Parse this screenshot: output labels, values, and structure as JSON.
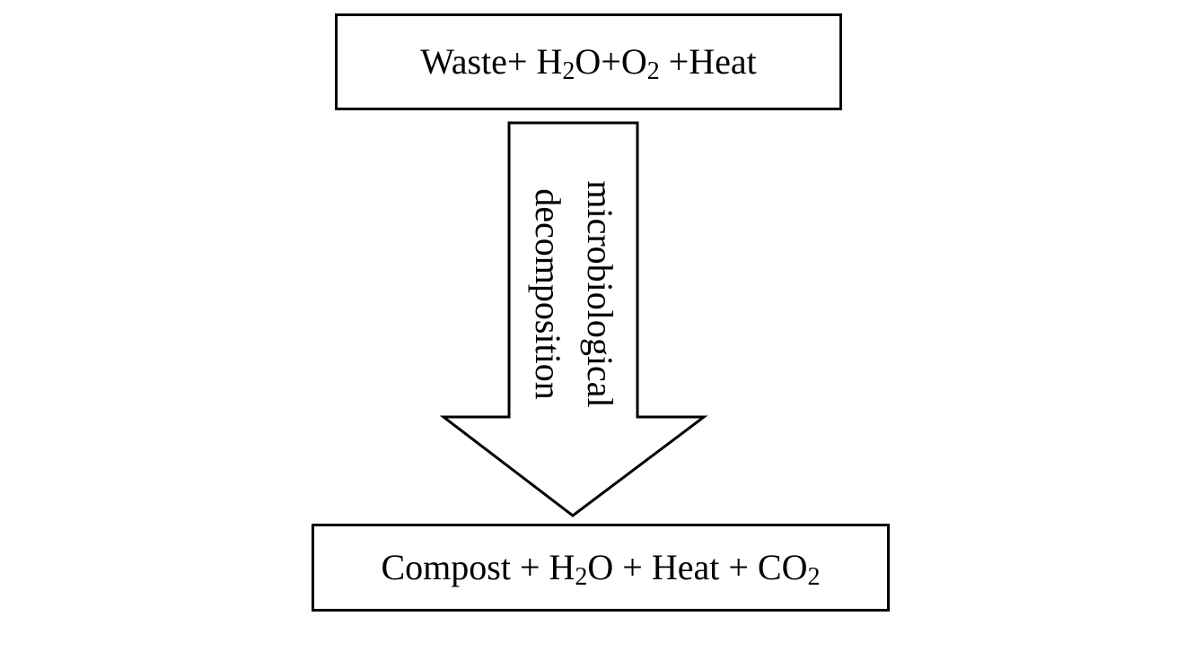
{
  "diagram": {
    "input_box": {
      "parts": {
        "p1": "Waste+ H",
        "s1": "2",
        "p2": "O+O",
        "s2": "2",
        "p3": " +Heat"
      }
    },
    "arrow_label": {
      "line1": "microbiological",
      "line2": "decomposition"
    },
    "output_box": {
      "parts": {
        "p1": "Compost + H",
        "s1": "2",
        "p2": "O + Heat + CO",
        "s2": "2"
      }
    }
  }
}
